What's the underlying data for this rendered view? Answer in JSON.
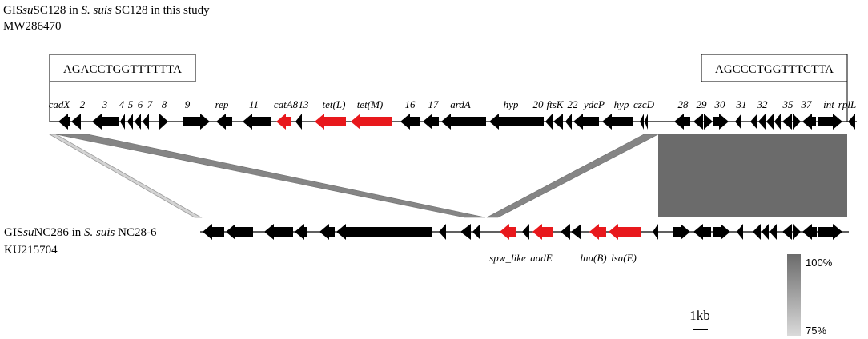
{
  "top_island": {
    "title_parts": [
      "GIS",
      "su",
      "SC128 in ",
      "S. suis",
      " SC128 in this study"
    ],
    "accession": "MW286470",
    "left_repeat": "AGACCTGGTTTTTTA",
    "right_repeat": "AGCCCTGGTTTCTTA",
    "gene_labels": [
      "cadX",
      "2",
      "3",
      "4",
      "5",
      "6",
      "7",
      "8",
      "9",
      "rep",
      "11",
      "catA8",
      "13",
      "tet(L)",
      "tet(M)",
      "16",
      "17",
      "ardA",
      "hyp",
      "20",
      "ftsK",
      "22",
      "ydcP",
      "hyp",
      "czcD",
      "28",
      "29",
      "30",
      "31",
      "32",
      "35",
      "37",
      "int",
      "rplL"
    ]
  },
  "bottom_island": {
    "title_parts": [
      "GIS",
      "su",
      "NC286 in ",
      "S. suis",
      " NC28-6"
    ],
    "accession": "KU215704",
    "gene_labels": [
      "spw_like",
      "aadE",
      "lnu(B)",
      "lsa(E)"
    ]
  },
  "scale_bar": {
    "label": "1kb"
  },
  "identity_legend": {
    "max_label": "100%",
    "min_label": "75%"
  },
  "colors": {
    "resistance_gene": "#e8181c",
    "other_gene": "#000000",
    "homology_high": "#6b6b6b",
    "homology_low": "#dadada"
  }
}
